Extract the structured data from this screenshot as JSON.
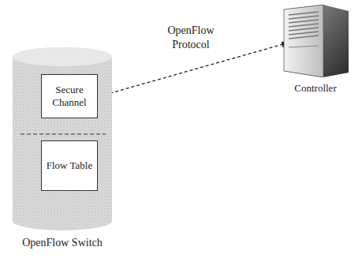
{
  "diagram": {
    "nodes": [
      {
        "text": [
          "OpenFlow Switch"
        ]
      },
      {
        "text": [
          "Secure Channel"
        ],
        "in": 0
      },
      {
        "text": [
          "Flow Table"
        ],
        "in": 0
      },
      {
        "text": [
          "Controller"
        ]
      }
    ],
    "edges": [
      {
        "from": 1,
        "to": 3,
        "label": "OpenFlow Protocol",
        "arrow": "both"
      }
    ]
  }
}
